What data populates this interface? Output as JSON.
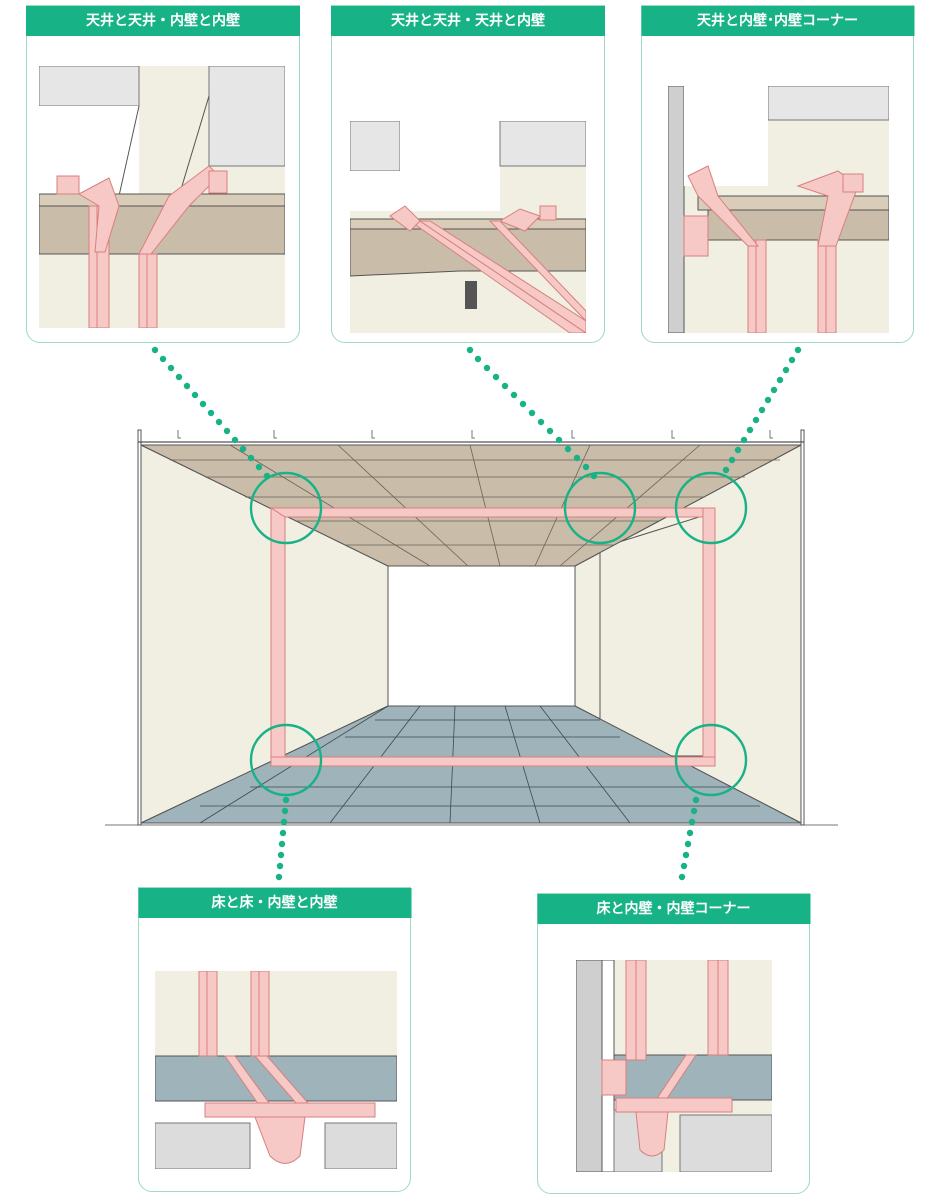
{
  "colors": {
    "accent": "#17b286",
    "joint_pink": "#f7c9c6",
    "joint_stroke": "#d8807d",
    "ceiling": "#c9bca8",
    "wall": "#f1eee2",
    "floor": "#9eb3ba"
  },
  "panels": [
    {
      "title": "天井と天井・内壁と内壁"
    },
    {
      "title": "天井と天井・天井と内壁"
    },
    {
      "title": "天井と内壁･内壁コーナー"
    },
    {
      "title": "床と床・内壁と内壁"
    },
    {
      "title": "床と内壁・内壁コーナー"
    }
  ]
}
